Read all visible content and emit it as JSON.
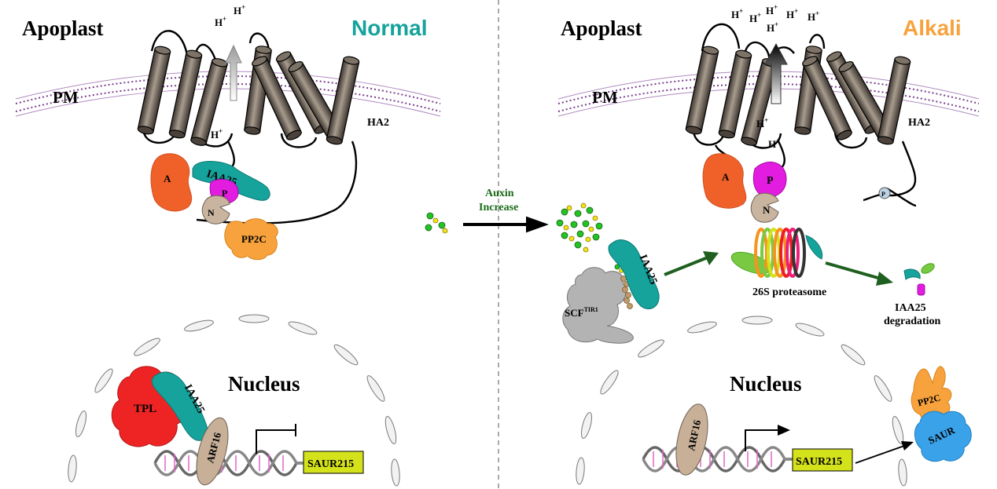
{
  "left": {
    "compartment": "Apoplast",
    "condition": "Normal",
    "membrane": "PM",
    "h_top_1": "H",
    "h_top_2": "H",
    "h_bottom": "H",
    "pump": "HA2",
    "domain_a": "A",
    "domain_p": "P",
    "domain_n": "N",
    "iaa": "IAA25",
    "pp2c": "PP2C",
    "nucleus": "Nucleus",
    "tpl": "TPL",
    "iaa_nuc": "IAA25",
    "arf": "ARF16",
    "gene": "SAUR215"
  },
  "middle": {
    "auxin_line1": "Auxin",
    "auxin_line2": "Increase"
  },
  "right": {
    "compartment": "Apoplast",
    "condition": "Alkali",
    "membrane": "PM",
    "h_top": [
      "H",
      "H",
      "H",
      "H",
      "H",
      "H"
    ],
    "h_bottom_1": "H",
    "h_bottom_2": "H",
    "pump": "HA2",
    "domain_a": "A",
    "domain_p": "P",
    "domain_n": "N",
    "phospho": "P",
    "iaa": "IAA25",
    "scf": "SCF",
    "scf_sup": "TIR1",
    "proteasome": "26S proteasome",
    "degradation_line1": "IAA25",
    "degradation_line2": "degradation",
    "nucleus": "Nucleus",
    "arf": "ARF16",
    "gene": "SAUR215",
    "pp2c": "PP2C",
    "saur": "SAUR"
  },
  "superscript_plus": "+",
  "colors": {
    "teal": "#15a39c",
    "orange": "#f7a23c",
    "helix": "#6b6258",
    "domainA": "#f0612a",
    "domainP": "#e21de0",
    "domainN": "#c9b49f",
    "red": "#ee2424",
    "tan": "#c7b097",
    "yellow": "#d4e21b",
    "blue": "#3aa2e8",
    "gray": "#b3b3b3",
    "green": "#1f5f1f",
    "membrane": "#7b3f8c"
  }
}
